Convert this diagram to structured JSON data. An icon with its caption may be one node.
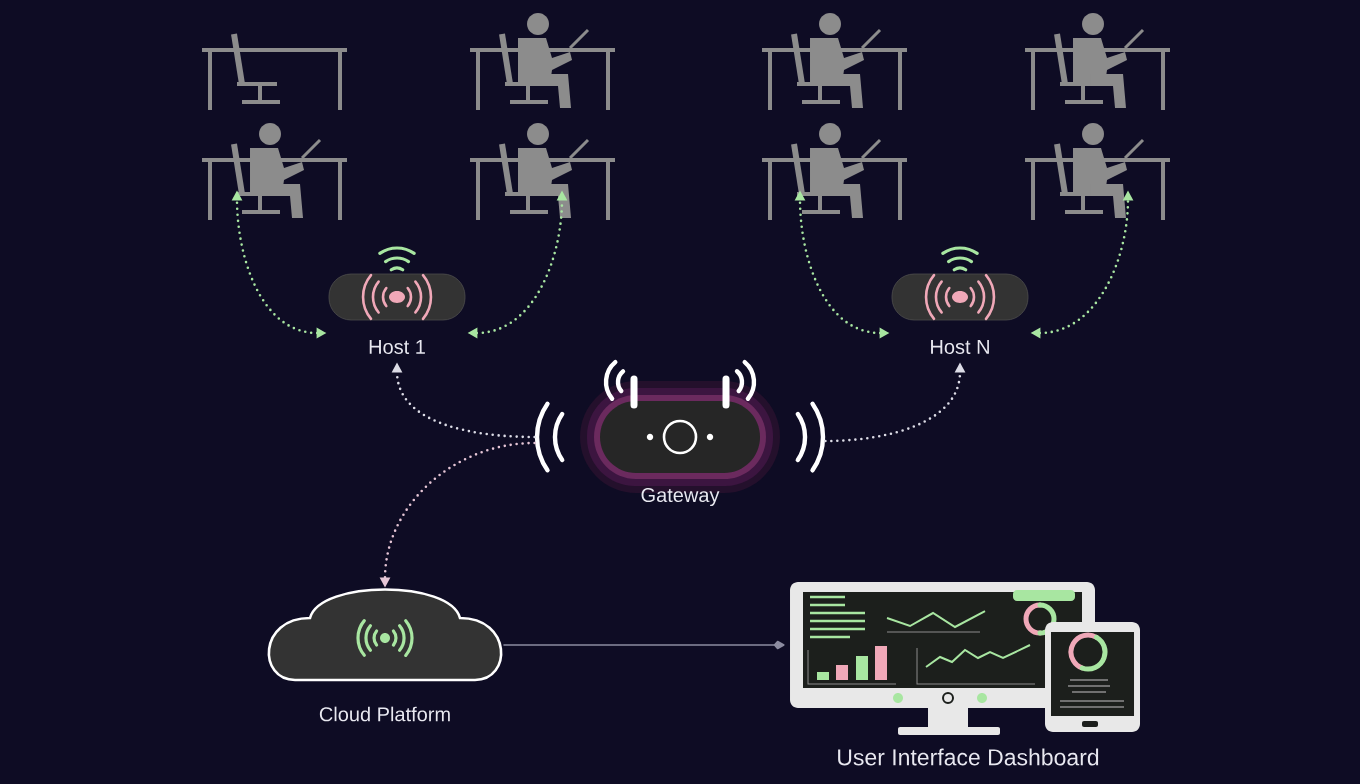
{
  "diagram": {
    "nodes": [
      {
        "text": [],
        "shape": "picture"
      },
      {
        "text": [],
        "shape": "picture"
      },
      {
        "text": [],
        "shape": "picture"
      },
      {
        "text": [],
        "shape": "picture"
      },
      {
        "text": [],
        "shape": "picture"
      },
      {
        "text": [],
        "shape": "picture"
      },
      {
        "text": [],
        "shape": "picture"
      },
      {
        "text": [],
        "shape": "picture"
      },
      {
        "text": [
          "Host 1"
        ]
      },
      {
        "text": [
          "Host N"
        ]
      },
      {
        "text": [
          "Gateway"
        ]
      },
      {
        "text": [
          "Cloud Platform"
        ]
      },
      {
        "text": [
          "User Interface Dashboard"
        ]
      }
    ],
    "edges": [
      {
        "from": 8,
        "to": 4,
        "arrow": "both",
        "style": "dashed"
      },
      {
        "from": 8,
        "to": 5,
        "arrow": "both",
        "style": "dashed"
      },
      {
        "from": 9,
        "to": 6,
        "arrow": "both",
        "style": "dashed"
      },
      {
        "from": 9,
        "to": 7,
        "arrow": "both",
        "style": "dashed"
      },
      {
        "from": 10,
        "to": 8,
        "arrow": "to",
        "style": "dashed",
        "color": "#dcdce6"
      },
      {
        "from": 10,
        "to": 9,
        "arrow": "to",
        "style": "dashed",
        "color": "#dcdce6"
      },
      {
        "from": 10,
        "to": 11,
        "arrow": "to",
        "style": "dashed",
        "color": "#e6c6d6"
      },
      {
        "from": 11,
        "to": 12,
        "arrow": "to",
        "color": "#8c8ca0"
      }
    ]
  }
}
